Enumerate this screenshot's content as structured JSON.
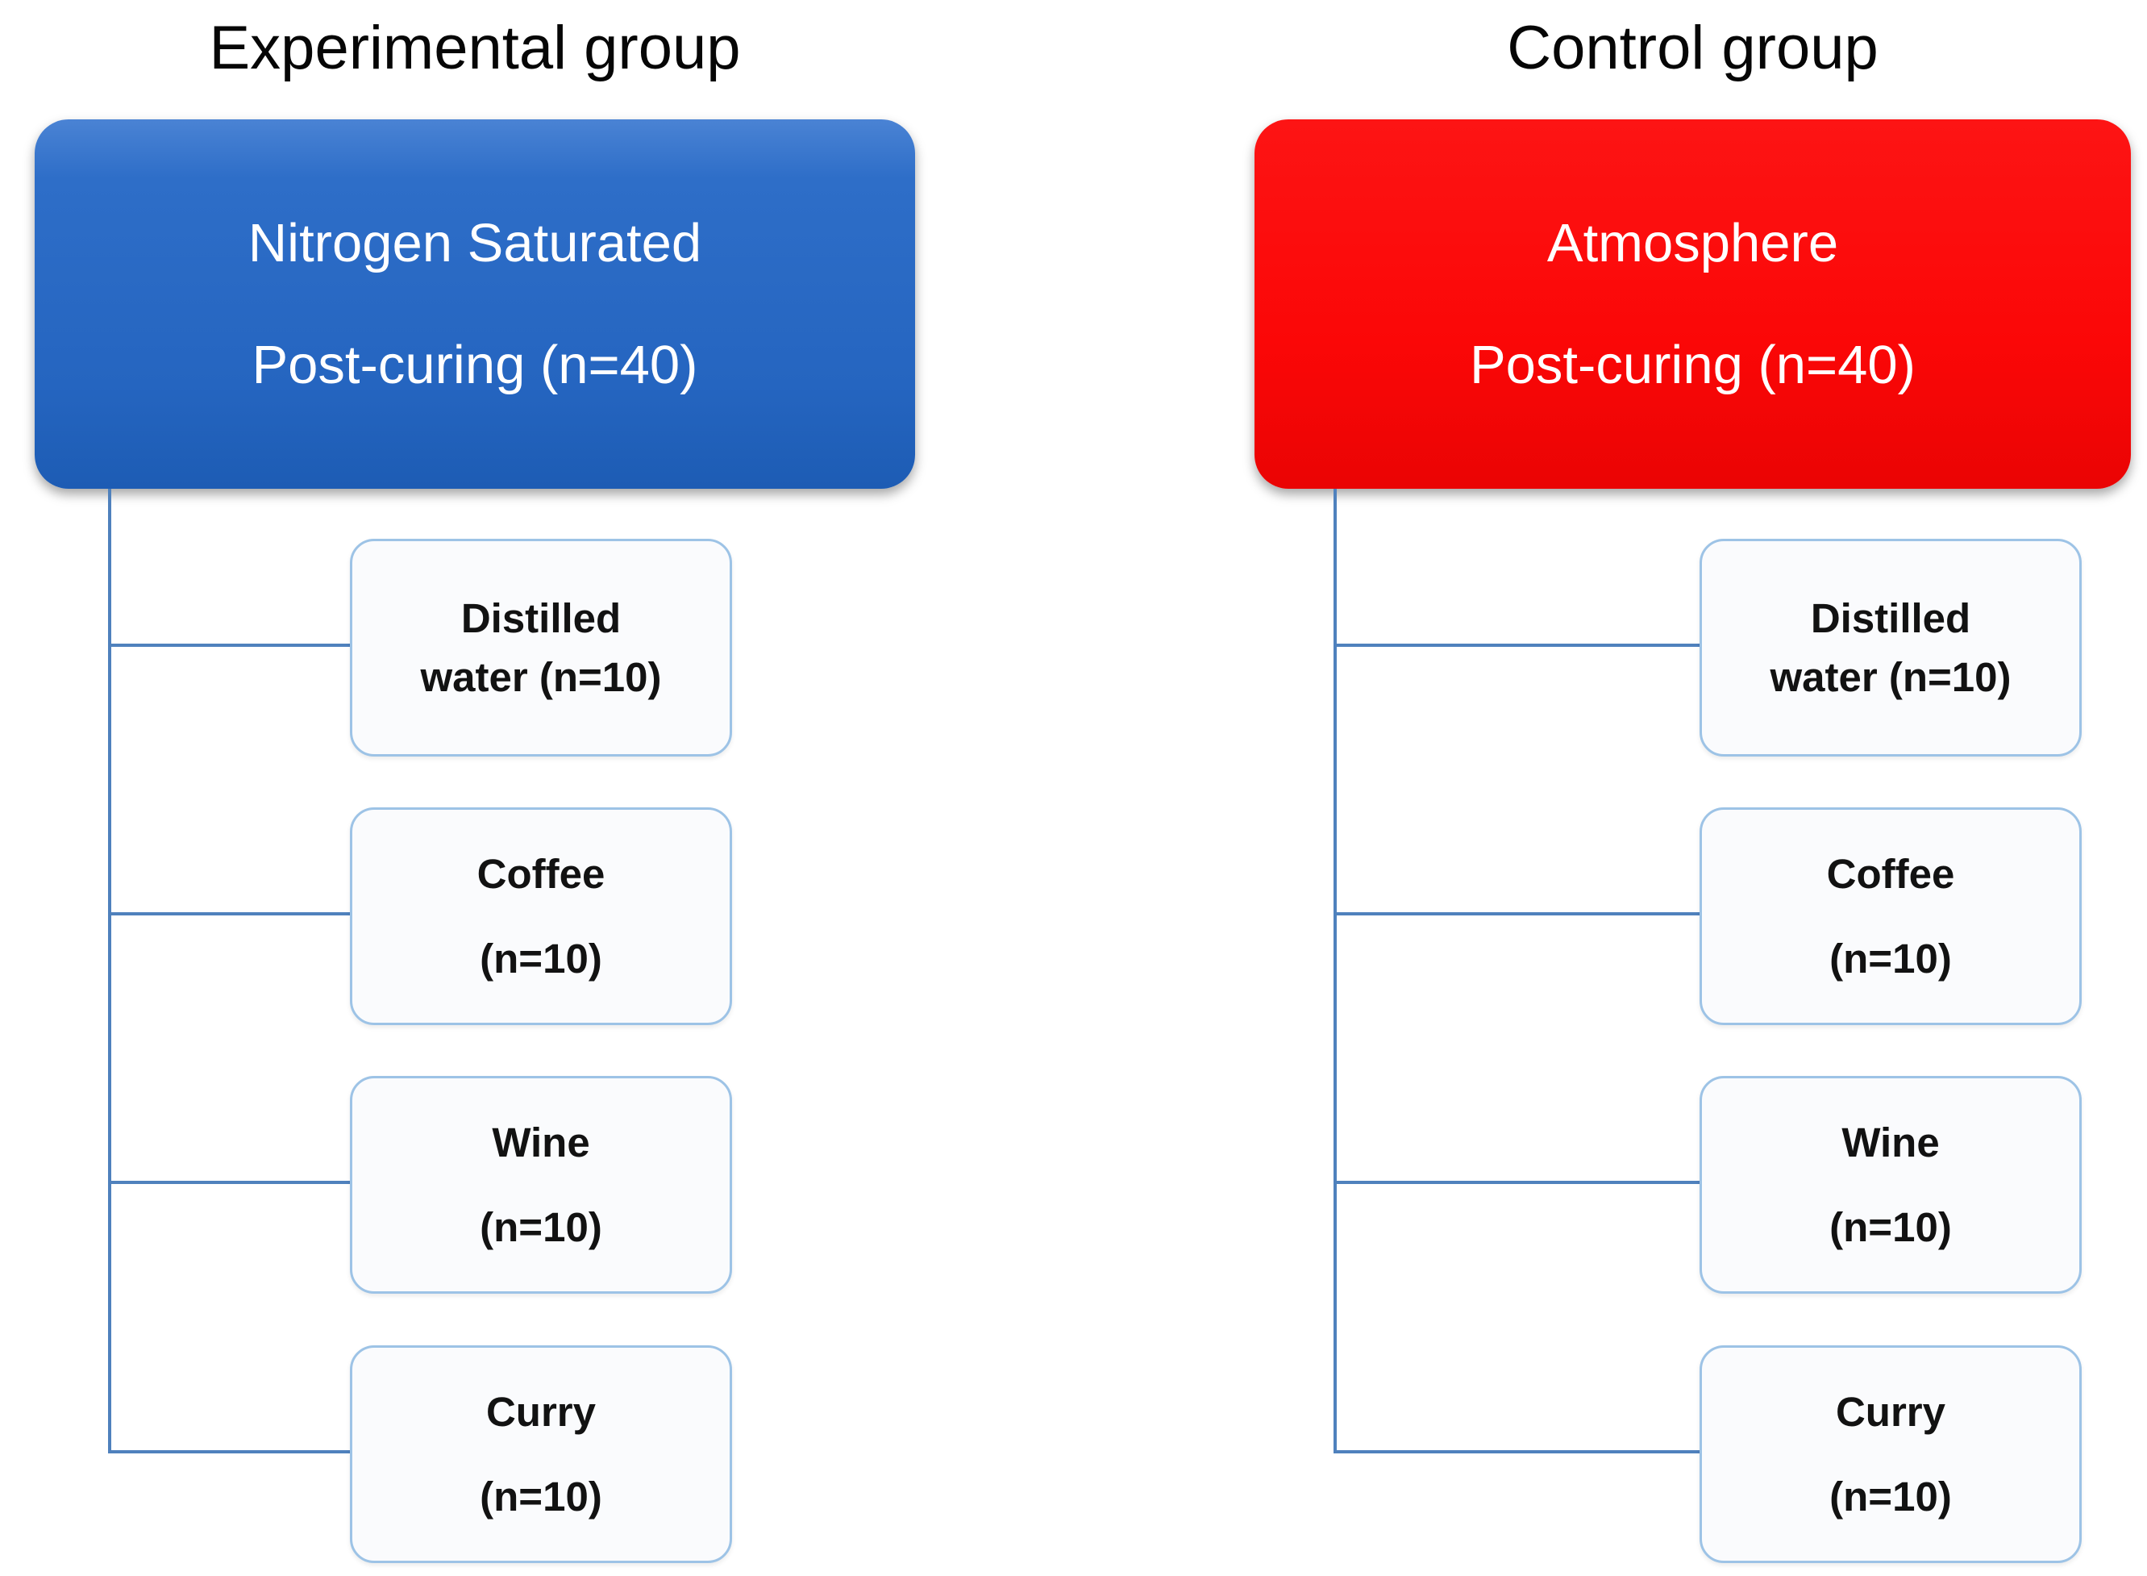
{
  "diagram": {
    "type": "study-design-flowchart",
    "colors": {
      "experimental_node": "#2565c0",
      "control_node": "#fb0707",
      "connector": "#4f81bd",
      "child_border": "#9dc3e6",
      "child_fill": "#fafbfd",
      "title_text": "#060606",
      "parent_text": "#ffffff",
      "child_text": "#121212"
    },
    "columns": [
      {
        "title": "Experimental group",
        "parent": {
          "lines": [
            "Nitrogen Saturated",
            "Post-curing (n=40)"
          ],
          "n": 40
        },
        "children": [
          {
            "lines": [
              "Distilled",
              "water (n=10)"
            ],
            "n": 10
          },
          {
            "lines": [
              "Coffee",
              "(n=10)"
            ],
            "n": 10
          },
          {
            "lines": [
              "Wine",
              "(n=10)"
            ],
            "n": 10
          },
          {
            "lines": [
              "Curry",
              "(n=10)"
            ],
            "n": 10
          }
        ]
      },
      {
        "title": "Control group",
        "parent": {
          "lines": [
            "Atmosphere",
            "Post-curing (n=40)"
          ],
          "n": 40
        },
        "children": [
          {
            "lines": [
              "Distilled",
              "water (n=10)"
            ],
            "n": 10
          },
          {
            "lines": [
              "Coffee",
              "(n=10)"
            ],
            "n": 10
          },
          {
            "lines": [
              "Wine",
              "(n=10)"
            ],
            "n": 10
          },
          {
            "lines": [
              "Curry",
              "(n=10)"
            ],
            "n": 10
          }
        ]
      }
    ]
  }
}
